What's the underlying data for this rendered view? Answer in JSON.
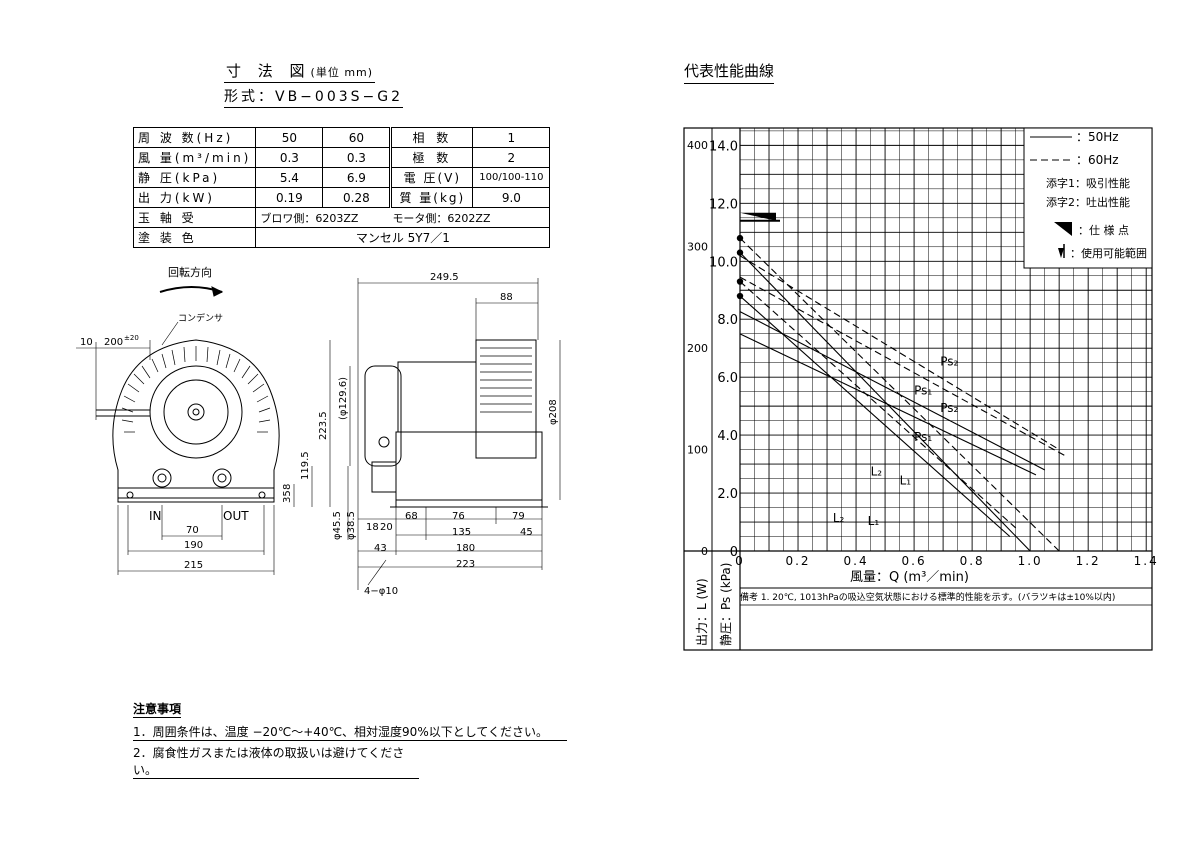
{
  "header": {
    "dim_title": "寸 法 図",
    "dim_unit": "(単位 mm)",
    "model": "形式：VB−003S−G2",
    "perf_title": "代表性能曲線"
  },
  "spec_table": {
    "rows": [
      {
        "label": "周 波 数(Hz)",
        "v50": "50",
        "v60": "60",
        "label2": "相 数",
        "val2": "1"
      },
      {
        "label": "風 量(m³/min)",
        "v50": "0.3",
        "v60": "0.3",
        "label2": "極 数",
        "val2": "2"
      },
      {
        "label": "静 圧(kPa)",
        "v50": "5.4",
        "v60": "6.9",
        "label2": "電 圧(V)",
        "val2": "100/100-110"
      },
      {
        "label": "出 力(kW)",
        "v50": "0.19",
        "v60": "0.28",
        "label2": "質 量(kg)",
        "val2": "9.0"
      }
    ],
    "bearing_label": "玉 軸 受",
    "bearing_blower": "ブロワ側：6203ZZ",
    "bearing_motor": "モータ側：6202ZZ",
    "paint_label": "塗 装 色",
    "paint_value": "マンセル 5Y7／1"
  },
  "drawing": {
    "rotation": "回転方向",
    "condenser": "コンデンサ",
    "in_label": "IN",
    "out_label": "OUT",
    "dims": {
      "d10": "10",
      "d200": "200",
      "d200sup": "±20",
      "d70": "70",
      "d190": "190",
      "d215": "215",
      "d249": "249.5",
      "d88": "88",
      "d223v": "223.5",
      "d119": "119.5",
      "d8": "8",
      "d35": "35",
      "d129": "(φ129.6)",
      "d208": "φ208",
      "d45": "φ45.5",
      "d38": "φ38.5",
      "d18": "18",
      "d20": "20",
      "d68": "68",
      "d76": "76",
      "d79": "79",
      "d135": "135",
      "d45h": "45",
      "d43": "43",
      "d180": "180",
      "d223h": "223",
      "hole": "4−φ10"
    }
  },
  "chart_data": {
    "type": "line",
    "x_ticks": [
      "0",
      "0.2",
      "0.4",
      "0.6",
      "0.8",
      "1.0",
      "1.2",
      "1.4"
    ],
    "y_ticks_ps": [
      "0",
      "2.0",
      "4.0",
      "6.0",
      "8.0",
      "10.0",
      "12.0",
      "14.0"
    ],
    "y_ticks_l": [
      "0",
      "100",
      "200",
      "300",
      "400"
    ],
    "xlabel": "風量：Q (m³／min)",
    "ylabel_l": "出力：L (W)",
    "ylabel_ps": "静圧：Ps (kPa)",
    "xlim": [
      0,
      1.42
    ],
    "ylim_ps": [
      0,
      14.6
    ],
    "ylim_l": [
      0,
      417
    ],
    "legend": {
      "hz50": "：50Hz",
      "hz60": "：60Hz",
      "sub1": "添字1：吸引性能",
      "sub2": "添字2：吐出性能",
      "spec_point": "：仕 様 点",
      "usable": "：使用可能範囲"
    },
    "note": "備考 1. 20℃, 1013hPaの吸込空気状態における標準的性能を示す。(バラツキは±10%以内)",
    "spec_marker_ps": 11.4,
    "series": [
      {
        "name": "Ps₂",
        "values": [
          [
            0,
            10.8
          ],
          [
            1.1,
            0
          ]
        ],
        "dashed": true
      },
      {
        "name": "Ps₂",
        "values": [
          [
            0,
            10.3
          ],
          [
            1.0,
            0
          ]
        ],
        "dashed": false
      },
      {
        "name": "Ps₁",
        "values": [
          [
            0,
            9.3
          ],
          [
            0.95,
            0.8
          ]
        ],
        "dashed": true
      },
      {
        "name": "Ps₁",
        "values": [
          [
            0,
            8.8
          ],
          [
            0.93,
            0.5
          ]
        ],
        "dashed": false
      },
      {
        "name": "L₂",
        "values": [
          [
            0,
            291
          ],
          [
            1.1,
            100
          ]
        ],
        "dashed": true
      },
      {
        "name": "L₁",
        "values": [
          [
            0,
            270
          ],
          [
            1.12,
            94
          ]
        ],
        "dashed": true
      },
      {
        "name": "L₂",
        "values": [
          [
            0,
            236
          ],
          [
            1.05,
            80
          ]
        ],
        "dashed": false
      },
      {
        "name": "L₁",
        "values": [
          [
            0,
            214
          ],
          [
            1.02,
            75
          ]
        ],
        "dashed": false
      }
    ],
    "series_points": [
      10.8,
      10.3,
      9.3,
      8.8
    ],
    "labels": [
      {
        "text": "Ps₂",
        "x": 0.69,
        "ps": 6.4
      },
      {
        "text": "Ps₁",
        "x": 0.6,
        "ps": 5.4
      },
      {
        "text": "Ps₂",
        "x": 0.69,
        "ps": 4.8
      },
      {
        "text": "Ps₁",
        "x": 0.6,
        "ps": 3.8
      },
      {
        "text": "L₂",
        "x": 0.45,
        "ps": 2.6
      },
      {
        "text": "L₁",
        "x": 0.55,
        "ps": 2.3
      },
      {
        "text": "L₂",
        "x": 0.32,
        "ps": 1.0
      },
      {
        "text": "L₁",
        "x": 0.44,
        "ps": 0.9
      }
    ]
  },
  "notes": {
    "title": "注意事項",
    "items": [
      "1．周囲条件は、温度 −20℃〜+40℃、相対湿度90%以下としてください。",
      "2．腐食性ガスまたは液体の取扱いは避けてください。"
    ]
  }
}
